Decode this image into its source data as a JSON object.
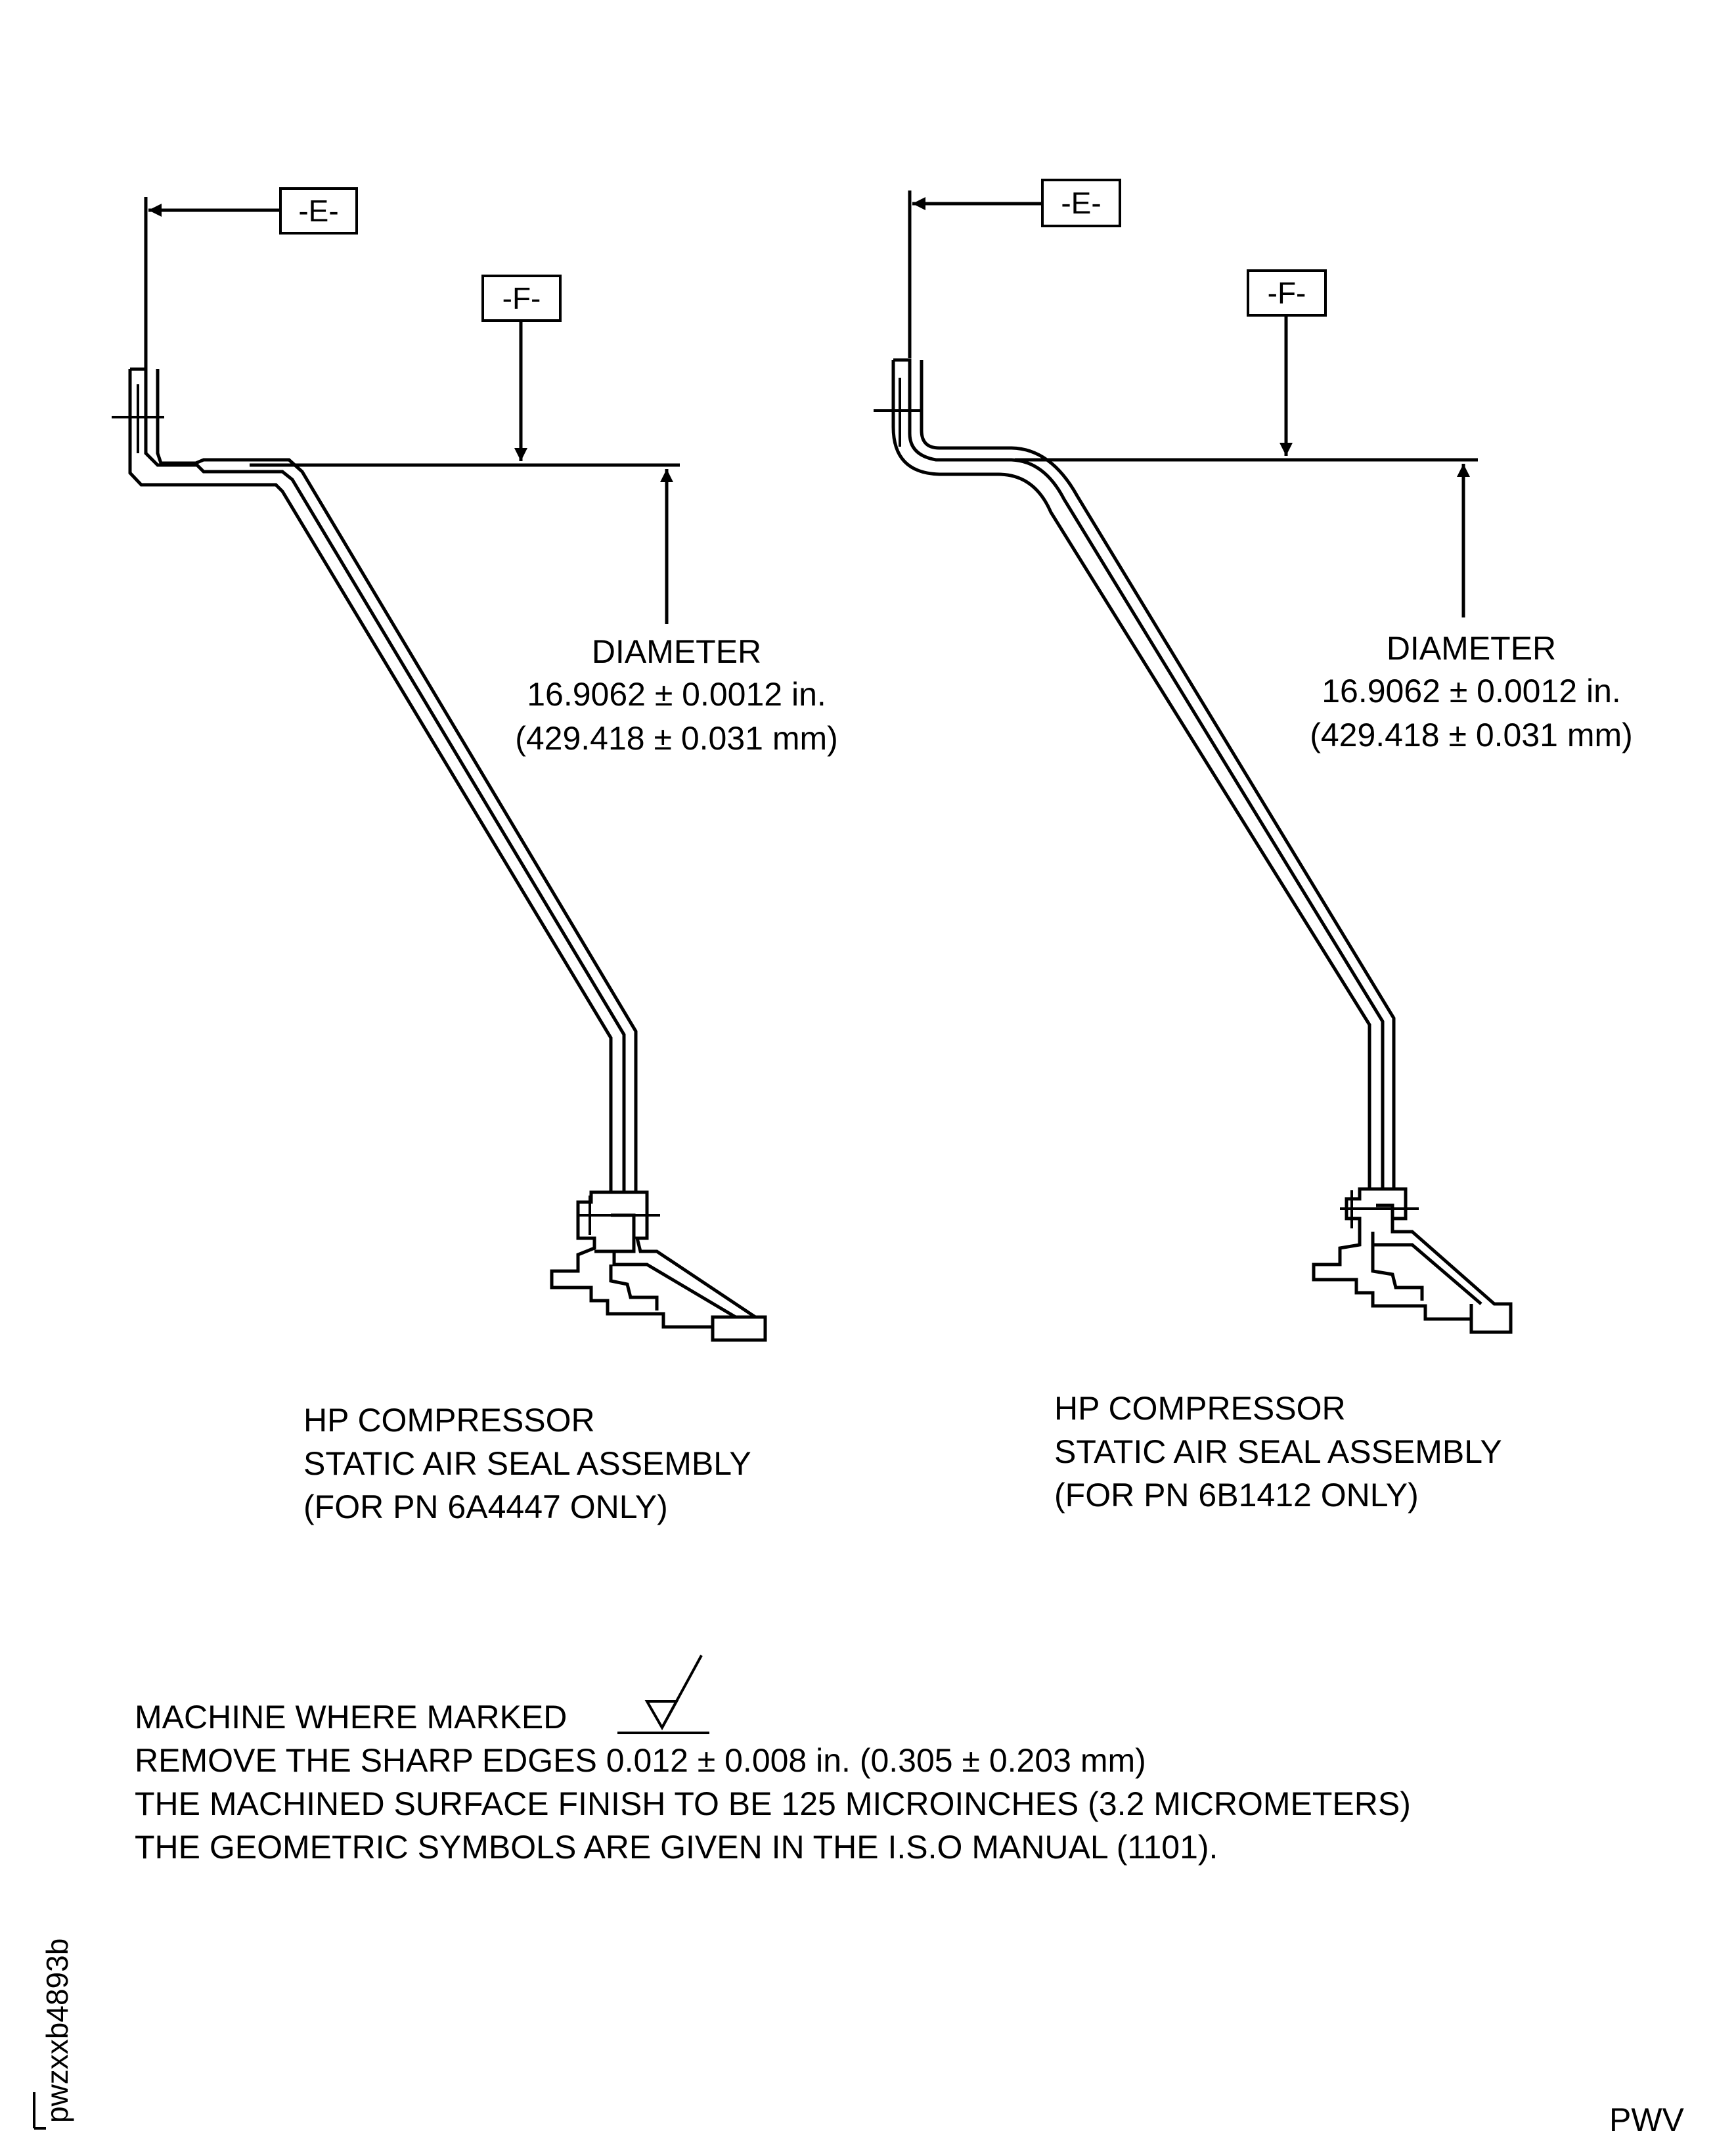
{
  "datums": {
    "left_e": "-E-",
    "left_f": "-F-",
    "right_e": "-E-",
    "right_f": "-F-"
  },
  "left_view": {
    "diameter_label": "DIAMETER",
    "diameter_in": "16.9062 ± 0.0012 in.",
    "diameter_mm": "(429.418 ± 0.031 mm)",
    "caption_line1": "HP COMPRESSOR",
    "caption_line2": "STATIC AIR SEAL ASSEMBLY",
    "caption_line3": "(FOR PN 6A4447 ONLY)"
  },
  "right_view": {
    "diameter_label": "DIAMETER",
    "diameter_in": "16.9062 ± 0.0012 in.",
    "diameter_mm": "(429.418 ± 0.031 mm)",
    "caption_line1": "HP COMPRESSOR",
    "caption_line2": "STATIC AIR SEAL ASSEMBLY",
    "caption_line3": "(FOR PN 6B1412 ONLY)"
  },
  "notes": {
    "line1": "MACHINE WHERE MARKED",
    "line2": "REMOVE THE SHARP EDGES 0.012 ± 0.008 in. (0.305 ± 0.203 mm)",
    "line3": "THE MACHINED SURFACE FINISH TO BE 125 MICROINCHES (3.2 MICROMETERS)",
    "line4": "THE GEOMETRIC SYMBOLS ARE GIVEN IN THE I.S.O MANUAL (1101)."
  },
  "figure_id": "pwzxxb4893b",
  "corner_mark": "PWV"
}
